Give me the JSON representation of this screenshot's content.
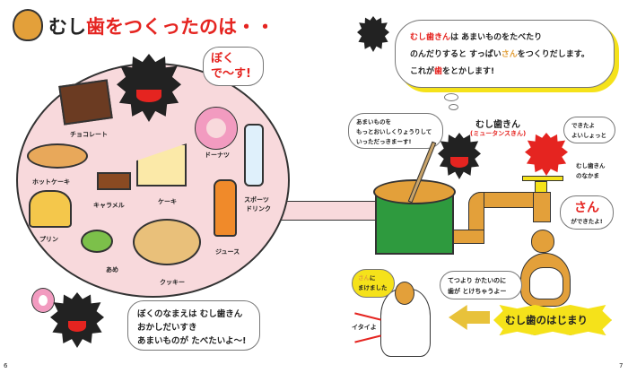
{
  "left_page": {
    "title_part1": "むし",
    "title_kanji": "歯",
    "title_part2": "をつくったのは・・",
    "germ_shout": {
      "line1": "ぼく",
      "line2": "で〜す!"
    },
    "foods": [
      "チョコレート",
      "ホットケーキ",
      "キャラメル",
      "ケーキ",
      "ドーナツ",
      "スポーツ",
      "ドリンク",
      "プリン",
      "あめ",
      "クッキー",
      "ジュース"
    ],
    "intro_bubble": {
      "line1": "ぼくのなまえは むし歯きん",
      "line2": "おかしだいすき",
      "line3": "あまいものが たべたいよ〜!"
    },
    "page_number": "6"
  },
  "right_page": {
    "thought": {
      "line1_a": "むし歯きん",
      "line1_b": "は あまいものをたべたり",
      "line2_a": "のんだりすると すっぱい",
      "line2_b": "さん",
      "line2_c": "をつくりだします。",
      "line3_a": "これが",
      "line3_b": "歯",
      "line3_c": "をとかします!"
    },
    "cook_bubble": {
      "line1": "あまいものを",
      "line2": "もっとおいしくりょうりして",
      "line3": "いっただっきまーす!"
    },
    "germ_name": "むし歯きん",
    "germ_name_sub": "(ミュータンスきん)",
    "friend_bubble": {
      "line1": "できたよ",
      "line2": "よいしょっと"
    },
    "friend_label": {
      "line1": "むし歯きん",
      "line2": "のなかま"
    },
    "acid_bubble": {
      "big": "さん",
      "small": "ができたよ!"
    },
    "tooth_bubble": {
      "line1": "てつより かたいのに",
      "line2": "歯が とけちゃうよー"
    },
    "lost_bubble": {
      "a": "さん",
      "b": "に",
      "line2": "まけました"
    },
    "ouch": "イタイよ",
    "start_badge": "むし歯のはじまり",
    "page_number": "7"
  },
  "colors": {
    "pink": "#f8d9dc",
    "red": "#e52420",
    "green": "#2e9a3e",
    "orange": "#e3a03a",
    "yellow": "#f5e21a"
  }
}
